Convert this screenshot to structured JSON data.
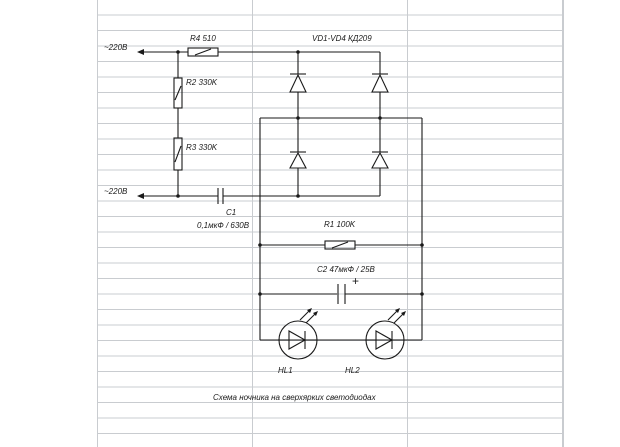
{
  "labels": {
    "r4": "R4 510",
    "vd": "VD1-VD4 КД209",
    "r2": "R2 330K",
    "r3": "R3 330K",
    "ac_top": "~220В",
    "ac_bottom": "~220В",
    "c1_name": "C1",
    "c1_value": "0,1мкФ / 630В",
    "r1": "R1 100K",
    "c2": "C2   47мкФ / 25В",
    "c2_plus": "+",
    "hl1": "HL1",
    "hl2": "HL2",
    "caption": "Схема ночника на сверхярких светодиодах"
  },
  "colors": {
    "ink": "#1a1a1a",
    "grid": "#c9ccd0"
  }
}
